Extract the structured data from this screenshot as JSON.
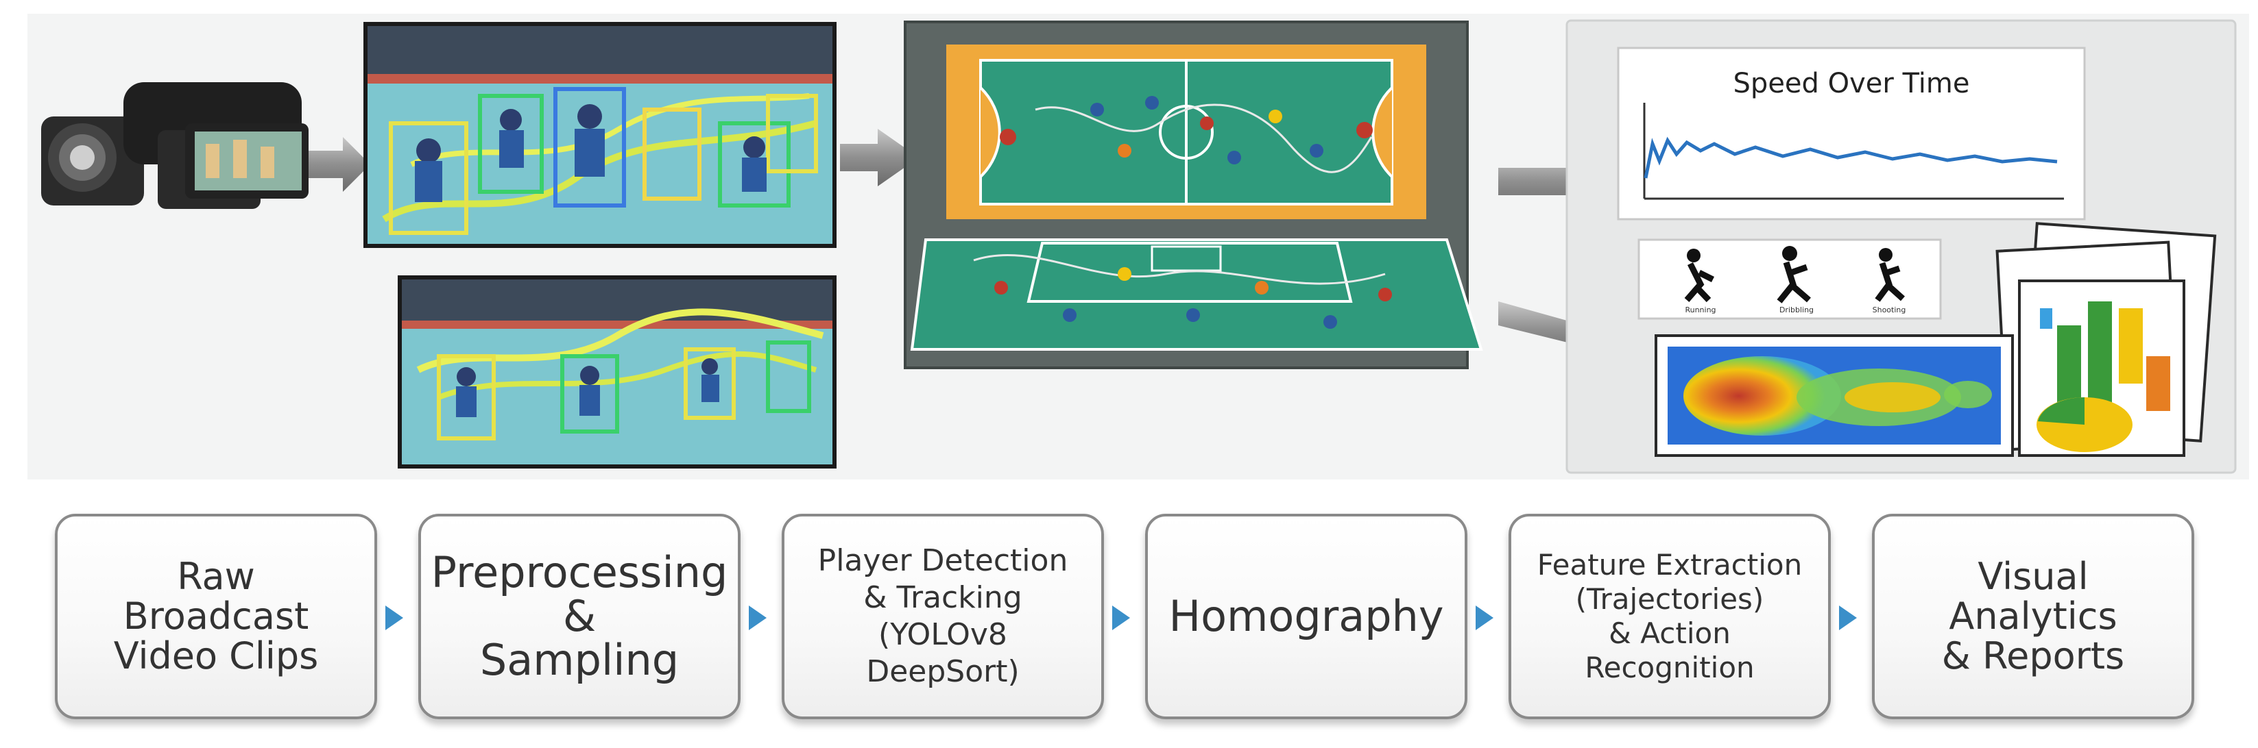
{
  "banner": {
    "chart_title": "Speed Over Time",
    "action_labels": [
      "Running",
      "Dribbling",
      "Shooting"
    ]
  },
  "pipeline": {
    "steps": [
      {
        "label": "Raw\nBroadcast\nVideo Clips"
      },
      {
        "label": "Preprocessing\n&\nSampling"
      },
      {
        "label": "Player Detection\n& Tracking\n(YOLOv8\nDeepSort)"
      },
      {
        "label": "Homography"
      },
      {
        "label": "Feature Extraction\n(Trajectories)\n& Action\nRecognition"
      },
      {
        "label": "Visual\nAnalytics\n& Reports"
      }
    ]
  },
  "colors": {
    "arrow": "#3a8fc9",
    "court_orange": "#f0a93b",
    "court_green": "#2f9a7c",
    "panel_dark": "#5d6664",
    "speed_line": "#2a73c0"
  }
}
